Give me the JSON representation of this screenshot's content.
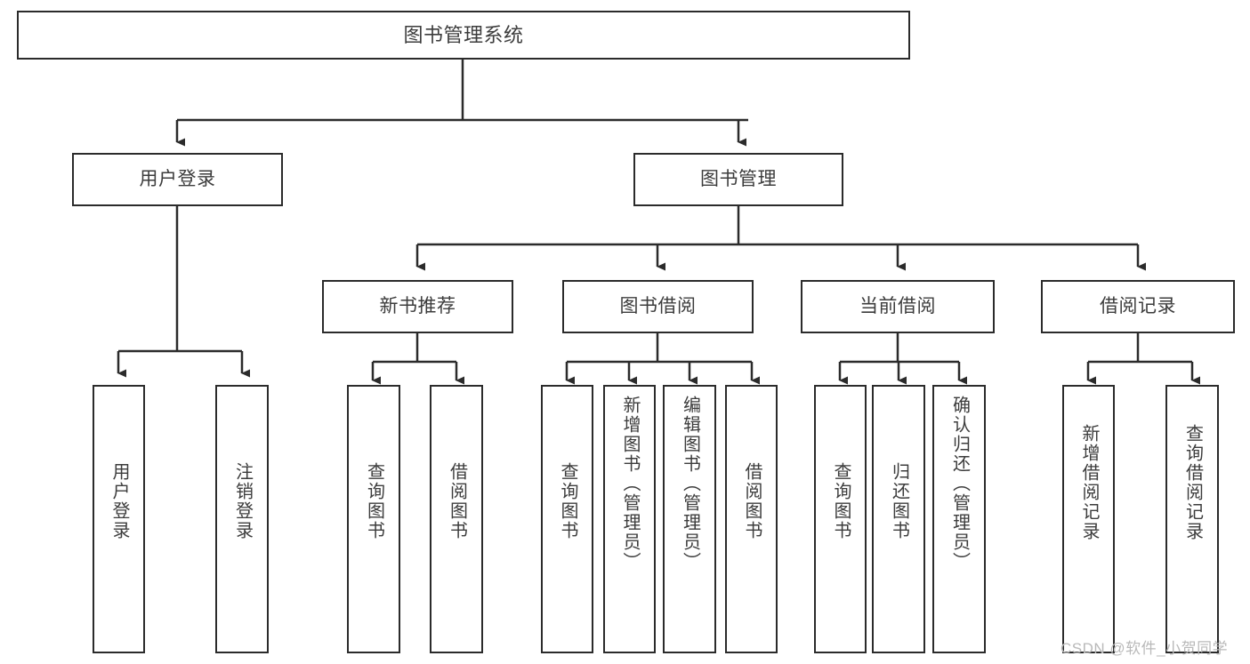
{
  "diagram": {
    "title": "图书管理系统",
    "watermark": "CSDN @软件_小贺同学",
    "colors": {
      "stroke": "#2b2b2b",
      "text": "#3c3c3c",
      "background": "#ffffff",
      "watermark": "#b9b9b9"
    },
    "nodes": {
      "root": {
        "label": "图书管理系统"
      },
      "level1": [
        {
          "label": "用户登录"
        },
        {
          "label": "图书管理"
        }
      ],
      "level2": [
        {
          "label": "新书推荐"
        },
        {
          "label": "图书借阅"
        },
        {
          "label": "当前借阅"
        },
        {
          "label": "借阅记录"
        }
      ],
      "leaves": [
        {
          "label": "用户登录"
        },
        {
          "label": "注销登录"
        },
        {
          "label": "查询图书"
        },
        {
          "label": "借阅图书"
        },
        {
          "label": "查询图书"
        },
        {
          "label": "新增图书（管理员）"
        },
        {
          "label": "编辑图书（管理员）"
        },
        {
          "label": "借阅图书"
        },
        {
          "label": "查询图书"
        },
        {
          "label": "归还图书"
        },
        {
          "label": "确认归还（管理员）"
        },
        {
          "label": "新增借阅记录"
        },
        {
          "label": "查询借阅记录"
        }
      ]
    }
  }
}
